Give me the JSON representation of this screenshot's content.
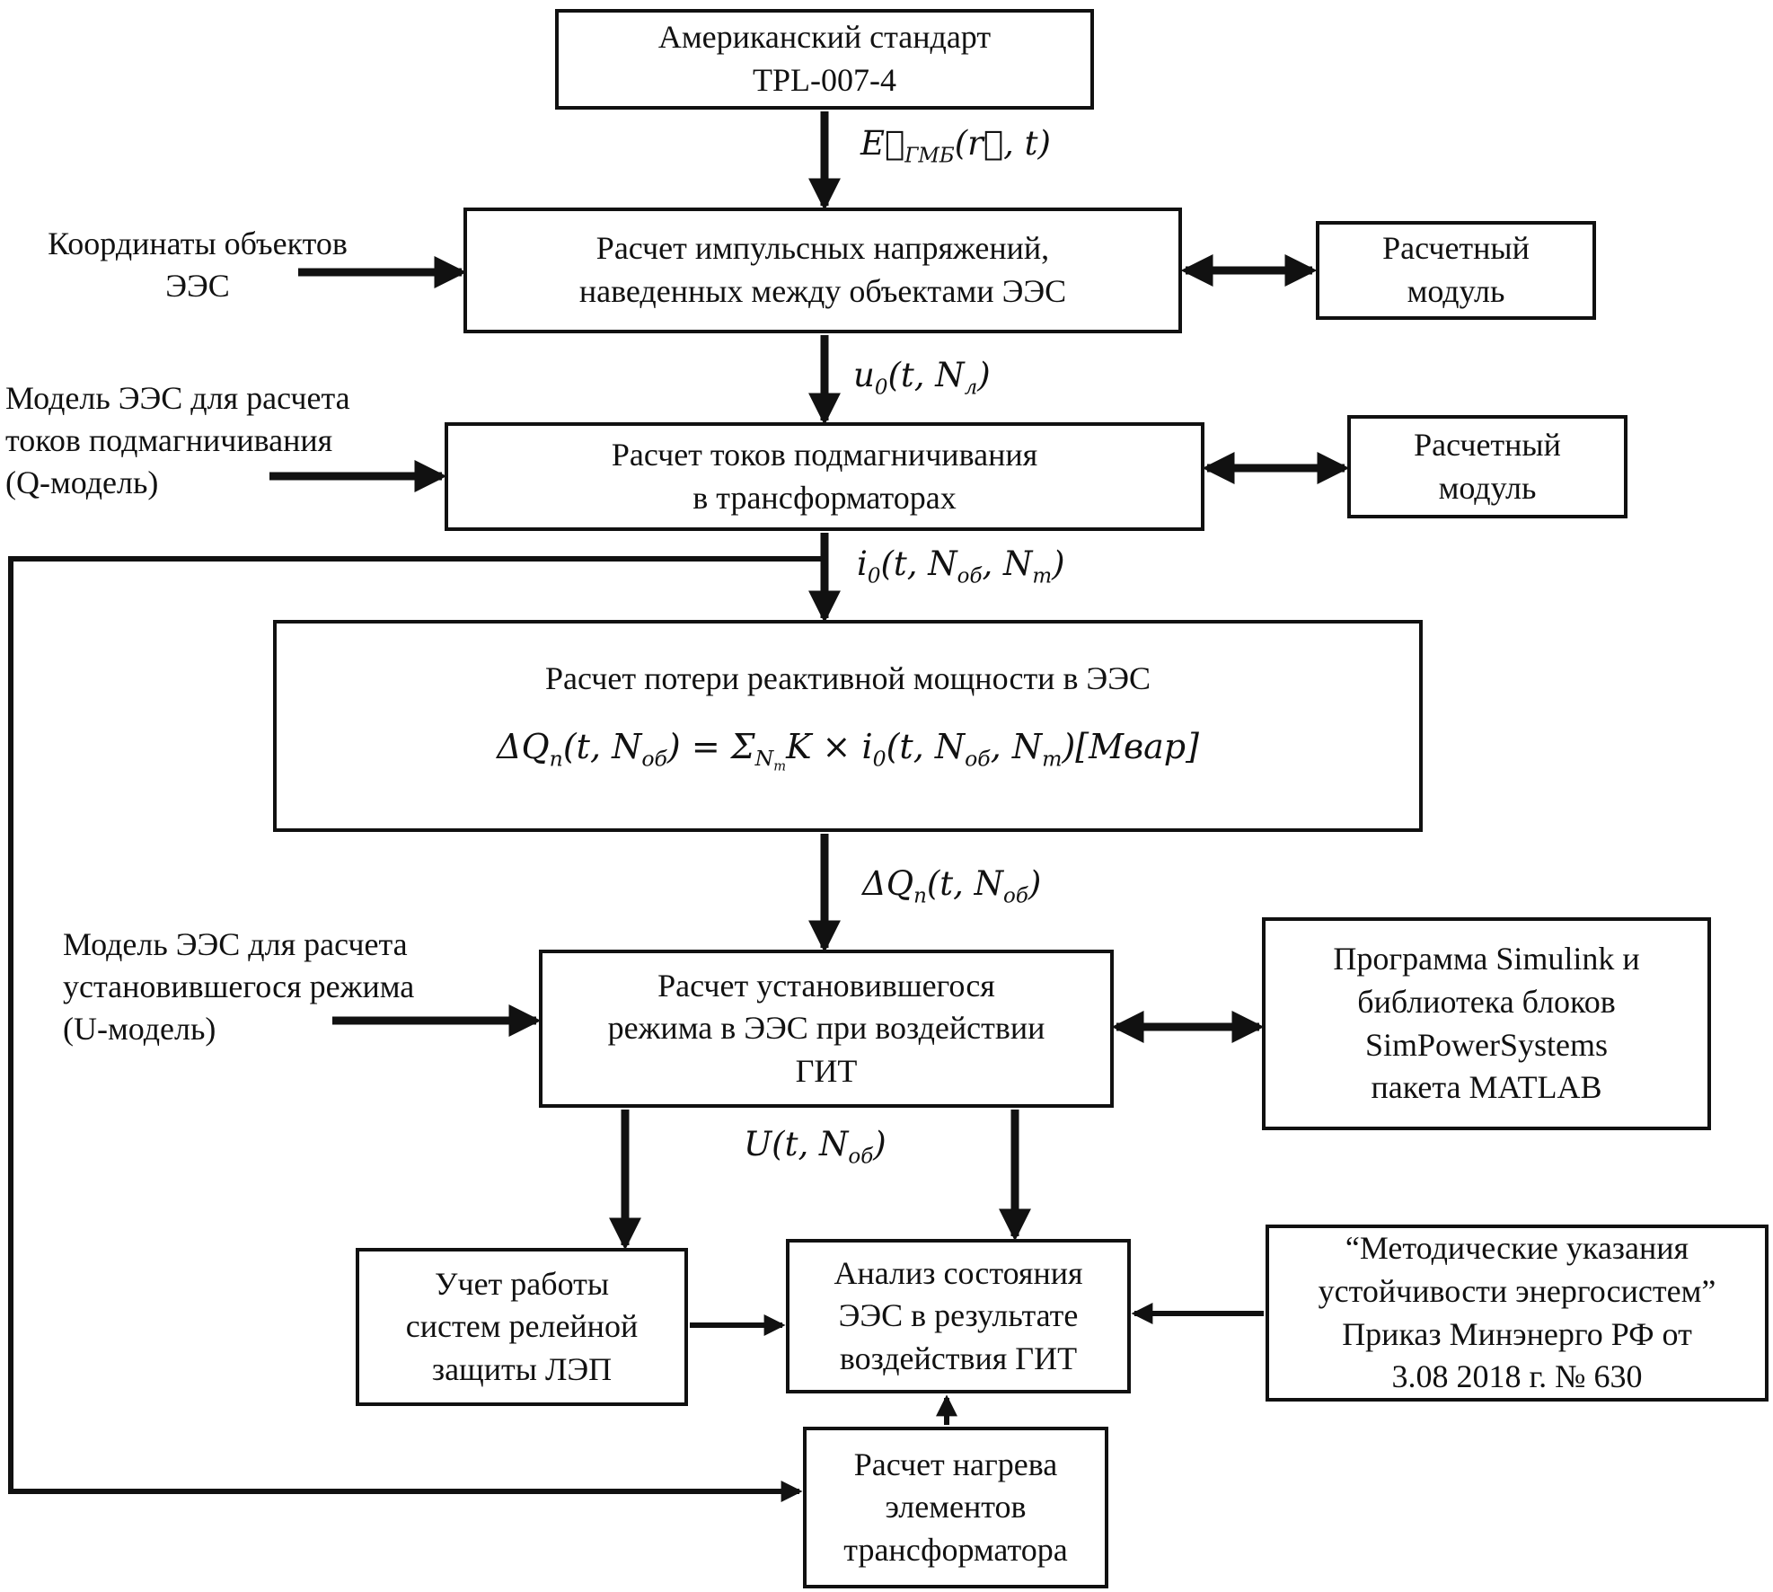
{
  "boxes": {
    "standard": {
      "lines": [
        "Американский стандарт",
        "TPL-007-4"
      ]
    },
    "impulse": {
      "lines": [
        "Расчет импульсных напряжений,",
        "наведенных между объектами ЭЭС"
      ]
    },
    "module1": {
      "lines": [
        "Расчетный",
        "модуль"
      ]
    },
    "magnetization": {
      "lines": [
        "Расчет токов подмагничивания",
        "в трансформаторах"
      ]
    },
    "module2": {
      "lines": [
        "Расчетный",
        "модуль"
      ]
    },
    "reactive": {
      "title": "Расчет потери реактивной мощности в ЭЭС",
      "formula": "ΔQ_{п}(t, N_{об}) = Σ_{N_{т}}K × i_{0}(t, N_{об}, N_{т})[Мвар]"
    },
    "steady": {
      "lines": [
        "Расчет установившегося",
        "режима в ЭЭС при воздействии",
        "ГИТ"
      ]
    },
    "simulink": {
      "lines": [
        "Программа Simulink и",
        "библиотека блоков",
        "SimPowerSystems",
        "пакета MATLAB"
      ]
    },
    "relay": {
      "lines": [
        "Учет работы",
        "систем релейной",
        "защиты ЛЭП"
      ]
    },
    "analysis": {
      "lines": [
        "Анализ состояния",
        "ЭЭС в результате",
        "воздействия ГИТ"
      ]
    },
    "guidelines": {
      "lines": [
        "“Методические указания",
        "устойчивости энергосистем”",
        "Приказ Минэнерго РФ от",
        "3.08 2018 г. № 630"
      ]
    },
    "heating": {
      "lines": [
        "Расчет нагрева",
        "элементов",
        "трансформатора"
      ]
    }
  },
  "inputs": {
    "coords": {
      "lines": [
        "Координаты объектов",
        "ЭЭС"
      ]
    },
    "qmodel": {
      "lines": [
        "Модель ЭЭС для расчета",
        "токов подмагничивания",
        "(Q-модель)"
      ]
    },
    "umodel": {
      "lines": [
        "Модель ЭЭС для расчета",
        "установившегося режима",
        "(U-модель)"
      ]
    }
  },
  "labels": {
    "e_field": "E⃗_{ГМБ}(r⃗, t)",
    "u0": "u_{0}(t, N_{л})",
    "i0": "i_{0}(t, N_{об}, N_{т})",
    "dq": "ΔQ_{п}(t, N_{об})",
    "u": "U(t, N_{об})"
  }
}
